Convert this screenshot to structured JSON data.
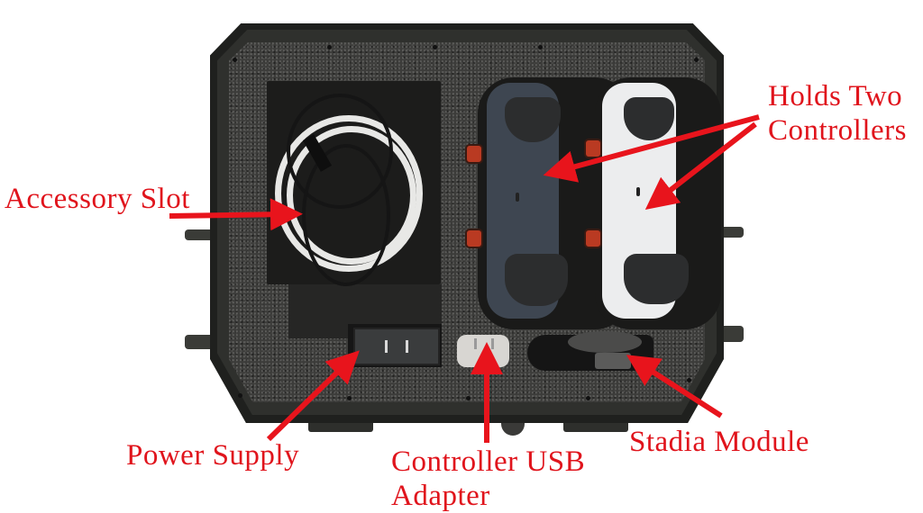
{
  "image": {
    "subject": "Carrying case with custom foam insert for Stadia controllers and accessories",
    "accent_color": "#e0141c"
  },
  "annotations": [
    {
      "id": "holds-two-controllers",
      "lines": [
        "Holds Two",
        "Controllers"
      ]
    },
    {
      "id": "accessory-slot",
      "lines": [
        "Accessory Slot"
      ]
    },
    {
      "id": "power-supply",
      "lines": [
        "Power Supply"
      ]
    },
    {
      "id": "controller-usb-adapter",
      "lines": [
        "Controller USB",
        "Adapter"
      ]
    },
    {
      "id": "stadia-module",
      "lines": [
        "Stadia Module"
      ]
    }
  ],
  "objects": {
    "case": "black hard case, open",
    "foam": "dark gray pick foam",
    "controllers": [
      "dark blue-gray controller",
      "white controller"
    ],
    "cables": [
      "white USB-C cable",
      "black USB-C cable"
    ],
    "power_supply": "black wall power supply",
    "usb_adapter": "translucent USB adapter",
    "stadia_module": "round Stadia Chromecast module"
  }
}
